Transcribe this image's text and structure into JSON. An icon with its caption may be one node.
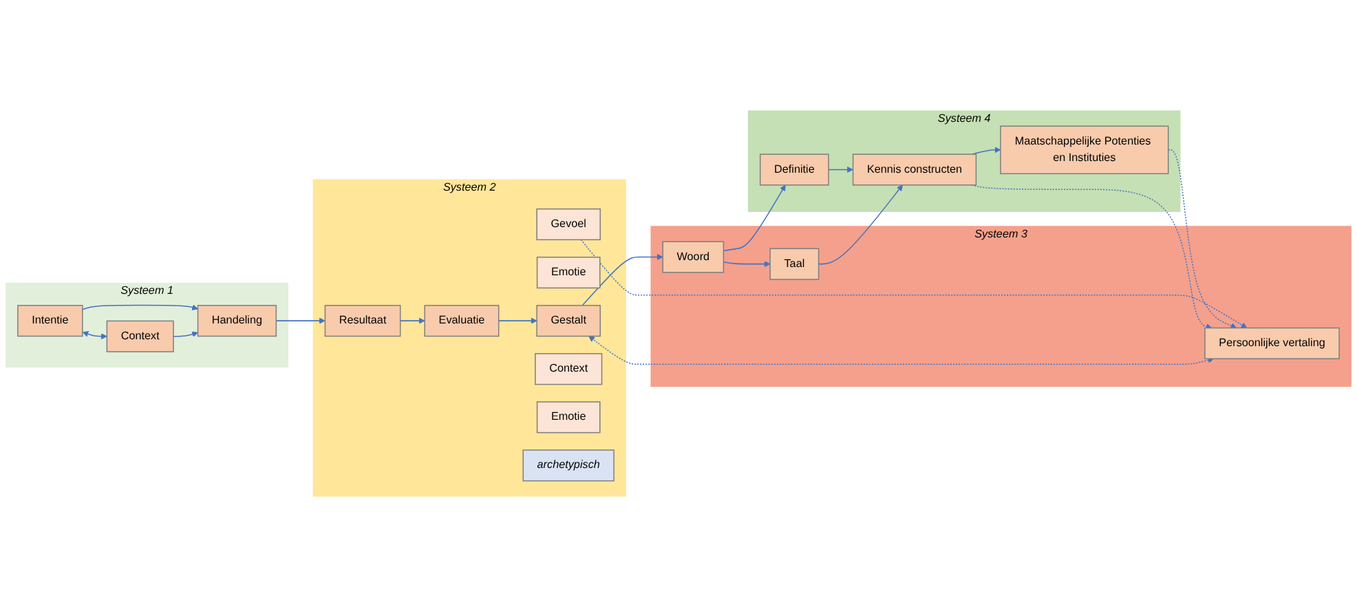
{
  "diagram": {
    "nodes": [
      {
        "text": [
          "Systeem 1"
        ]
      },
      {
        "text": [
          "Handeling"
        ],
        "in": 0
      },
      {
        "text": [
          "Intentie"
        ],
        "in": 0
      },
      {
        "text": [
          "Context"
        ],
        "in": 0
      },
      {
        "text": [
          "Systeem 2"
        ]
      },
      {
        "text": [
          "Resultaat"
        ],
        "in": 4
      },
      {
        "text": [
          "Gevoel"
        ],
        "in": 4
      },
      {
        "text": [
          "Evaluatie"
        ],
        "in": 4
      },
      {
        "text": [
          "Emotie"
        ],
        "in": 4
      },
      {
        "text": [
          "Gestalt"
        ],
        "in": 4
      },
      {
        "text": [
          "Context"
        ],
        "in": 4
      },
      {
        "text": [
          "Emotie"
        ],
        "in": 4
      },
      {
        "text": [
          "archetypisch"
        ],
        "in": 4
      },
      {
        "text": [
          "Systeem 3"
        ]
      },
      {
        "text": [
          "Persoonlijke vertaling"
        ],
        "in": 13
      },
      {
        "text": [
          "Taal"
        ],
        "in": 13
      },
      {
        "text": [
          "Woord"
        ],
        "in": 13
      },
      {
        "text": [
          "Systeem 4"
        ]
      },
      {
        "text": [
          "Maatschappelijke Potenties en Instituties"
        ],
        "in": 17
      },
      {
        "text": [
          "Kennis constructen"
        ],
        "in": 17
      },
      {
        "text": [
          "Definitie"
        ],
        "in": 17
      }
    ],
    "edges": [
      {
        "from": 1,
        "to": 5,
        "arrow": "to"
      },
      {
        "from": 2,
        "to": 1,
        "arrow": "to"
      },
      {
        "from": 3,
        "to": 1,
        "arrow": "to"
      },
      {
        "from": 2,
        "to": 3,
        "arrow": "both"
      },
      {
        "from": 6,
        "to": 14,
        "arrow": "to",
        "style": "dashed"
      },
      {
        "from": 5,
        "to": 7,
        "arrow": "to"
      },
      {
        "from": 7,
        "to": 9,
        "arrow": "to"
      },
      {
        "from": 14,
        "to": 9,
        "arrow": "both",
        "style": "dashed"
      },
      {
        "from": 18,
        "to": 14,
        "arrow": "to",
        "style": "dashed"
      },
      {
        "from": 19,
        "to": 14,
        "arrow": "to",
        "style": "dashed"
      },
      {
        "from": 15,
        "to": 19,
        "arrow": "to"
      },
      {
        "from": 9,
        "to": 16,
        "arrow": "to"
      },
      {
        "from": 16,
        "to": 15,
        "arrow": "to"
      },
      {
        "from": 16,
        "to": 20,
        "arrow": "to"
      },
      {
        "from": 20,
        "to": 19,
        "arrow": "to"
      },
      {
        "from": 19,
        "to": 18,
        "arrow": "to"
      }
    ]
  }
}
